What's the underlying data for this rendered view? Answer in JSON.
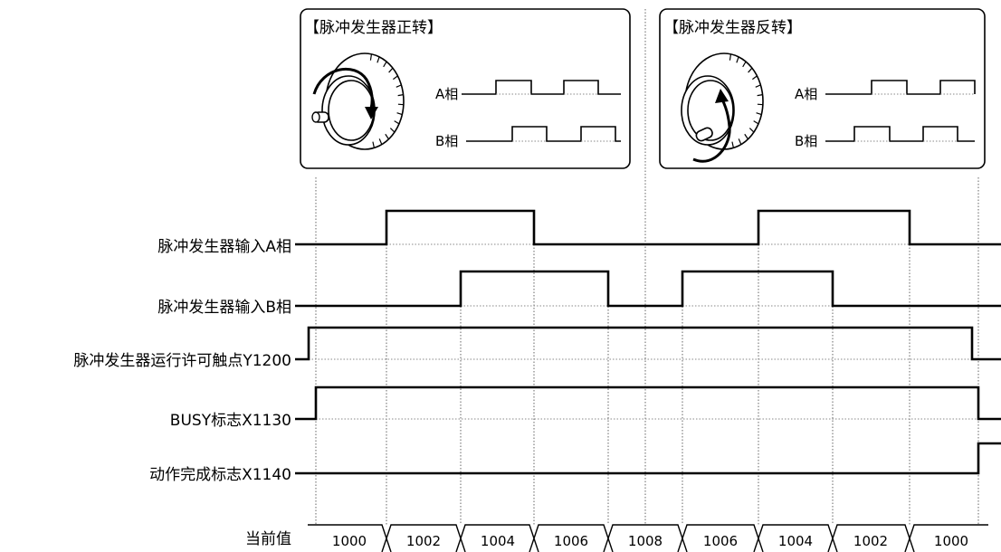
{
  "panels": {
    "forward": {
      "title": "【脉冲发生器正转】",
      "phase_a": "A相",
      "phase_b": "B相"
    },
    "reverse": {
      "title": "【脉冲发生器反转】",
      "phase_a": "A相",
      "phase_b": "B相"
    }
  },
  "signals": [
    {
      "label": "脉冲发生器输入A相"
    },
    {
      "label": "脉冲发生器输入B相"
    },
    {
      "label": "脉冲发生器运行许可触点Y1200"
    },
    {
      "label": "BUSY标志X1130"
    },
    {
      "label": "动作完成标志X1140"
    }
  ],
  "current_value": {
    "label": "当前值",
    "values": [
      "1000",
      "1002",
      "1004",
      "1006",
      "1008",
      "1006",
      "1004",
      "1002",
      "1000"
    ]
  }
}
